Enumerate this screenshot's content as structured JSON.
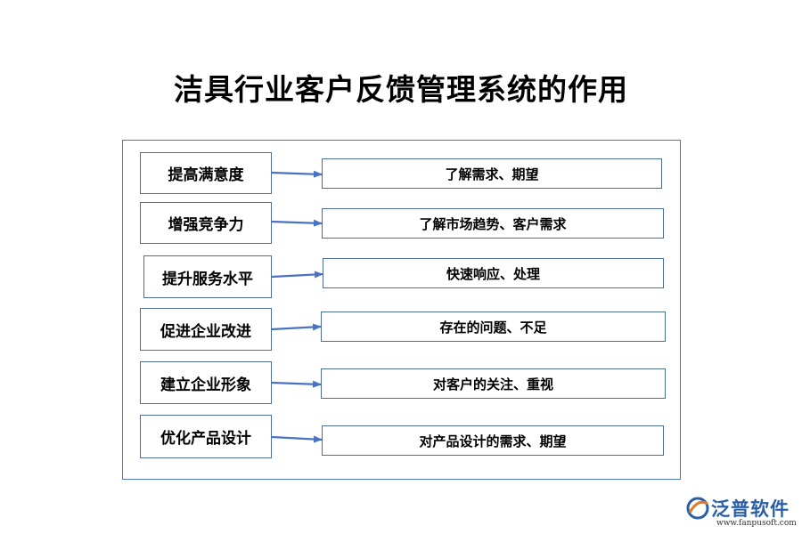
{
  "title": "洁具行业客户反馈管理系统的作用",
  "rows": [
    {
      "label": "提高满意度",
      "desc": "了解需求、期望"
    },
    {
      "label": "增强竞争力",
      "desc": "了解市场趋势、客户需求"
    },
    {
      "label": "提升服务水平",
      "desc": "快速响应、处理"
    },
    {
      "label": "促进企业改进",
      "desc": "存在的问题、不足"
    },
    {
      "label": "建立企业形象",
      "desc": "对客户的关注、重视"
    },
    {
      "label": "优化产品设计",
      "desc": "对产品设计的需求、期望"
    }
  ],
  "logo": {
    "name": "泛普软件",
    "url": "www.fanpusoft.com"
  },
  "colors": {
    "border": "#4a6f9f",
    "arrow": "#4a72c4",
    "panel_border": "#4a7ab8",
    "logo": "#2a5ea8"
  }
}
